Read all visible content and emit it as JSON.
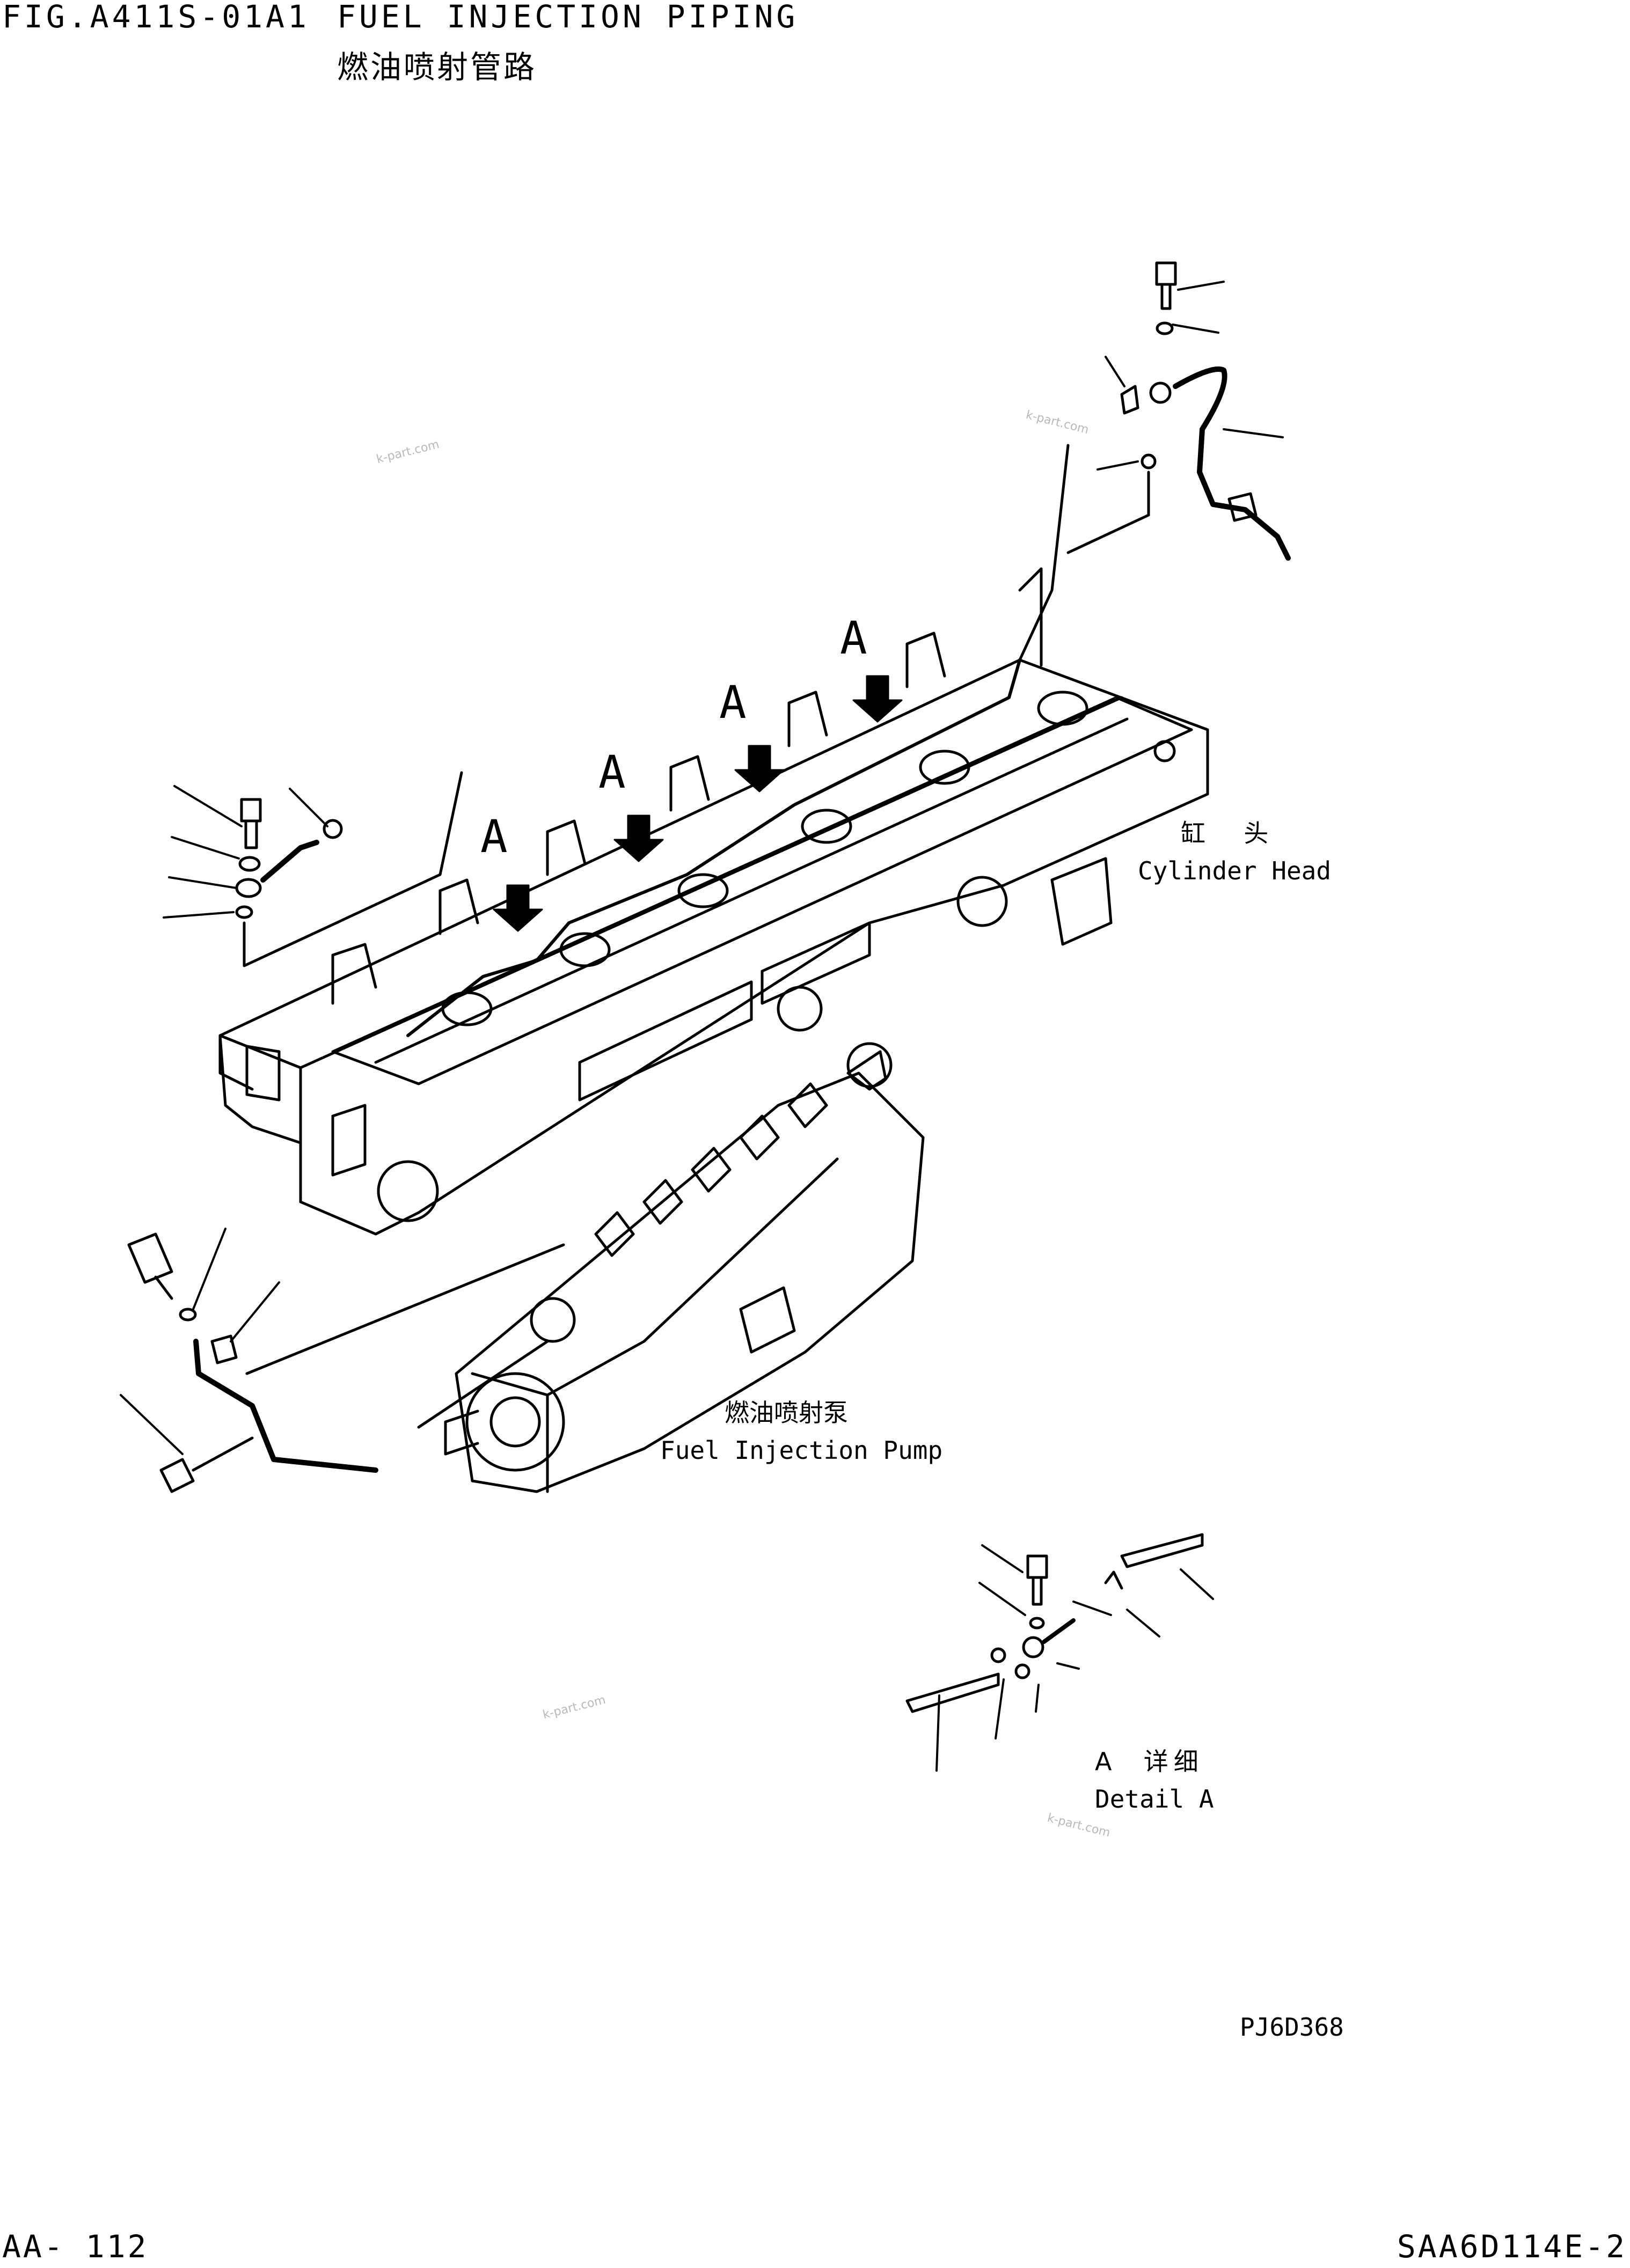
{
  "header": {
    "fig_code": "FIG.A411S-01A1",
    "title_en": "FUEL INJECTION PIPING",
    "title_cn": "燃油喷射管路"
  },
  "labels": {
    "cylinder_head_cn": "缸  头",
    "cylinder_head_en": "Cylinder Head",
    "pump_cn": "燃油喷射泵",
    "pump_en": "Fuel Injection Pump",
    "detail_cn": "A  详细",
    "detail_en": "Detail A",
    "view_marker": "A"
  },
  "watermark": "k-part.com",
  "footer": {
    "drawing_no": "PJ6D368",
    "page": "AA- 112",
    "model": "SAA6D114E-2"
  }
}
